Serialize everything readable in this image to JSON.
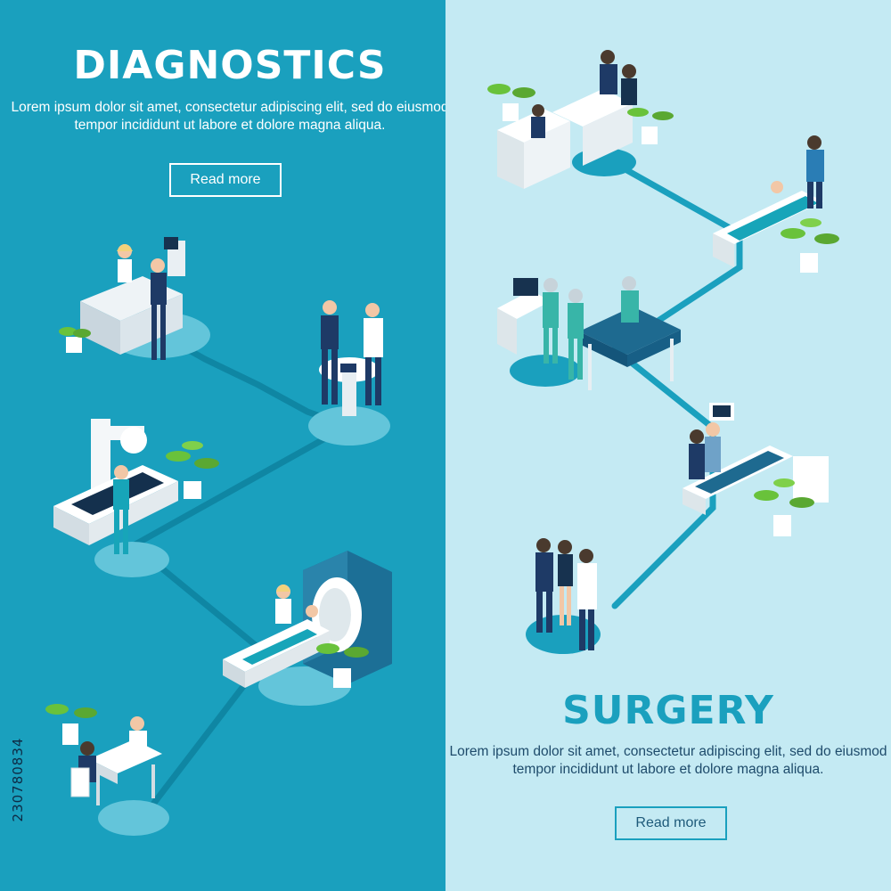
{
  "diagnostics": {
    "title": "DIAGNOSTICS",
    "description": "Lorem ipsum dolor sit amet, consectetur adipiscing elit, sed do eiusmod tempor incididunt ut labore et dolore magna aliqua.",
    "button_label": "Read more"
  },
  "surgery": {
    "title": "SURGERY",
    "description": "Lorem ipsum dolor sit amet, consectetur adipiscing elit, sed do eiusmod tempor incididunt ut labore et dolore magna aliqua.",
    "button_label": "Read more"
  },
  "stock_id": "230780834",
  "colors": {
    "left_background": "#1aa0be",
    "right_background": "#c4eaf3",
    "accent": "#1aa0be",
    "path": "#0f86a3"
  },
  "illustrations": {
    "diagnostics": [
      "reception-desk-scene",
      "doctors-consultation-scene",
      "x-ray-scene",
      "mri-scanner-scene",
      "doctor-desk-scene"
    ],
    "surgery": [
      "waiting-area-scene",
      "ward-bed-scene",
      "operating-table-scene",
      "recovery-bed-scene",
      "discharge-handshake-scene"
    ]
  }
}
